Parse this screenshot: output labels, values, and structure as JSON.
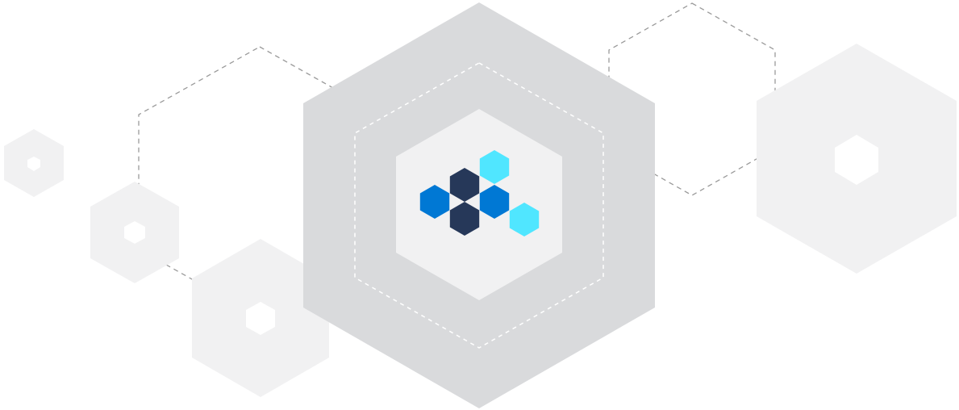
{
  "colors": {
    "background": "#ffffff",
    "hex_light": "#f1f1f2",
    "hex_mid": "#d9dadc",
    "dashed_outline": "#9a9a9a",
    "dashed_inner": "#ffffff",
    "inner_hole": "#ffffff",
    "logo_navy": "#263859",
    "logo_blue": "#0078d4",
    "logo_cyan": "#50e6ff"
  },
  "logo": {
    "icon": "hexagon-cluster-logo-icon",
    "cells": [
      {
        "role": "left",
        "color_key": "logo_blue"
      },
      {
        "role": "top-center",
        "color_key": "logo_navy"
      },
      {
        "role": "bottom-center",
        "color_key": "logo_navy"
      },
      {
        "role": "right",
        "color_key": "logo_blue"
      },
      {
        "role": "top-right",
        "color_key": "logo_cyan"
      },
      {
        "role": "bottom-right",
        "color_key": "logo_cyan"
      }
    ]
  }
}
